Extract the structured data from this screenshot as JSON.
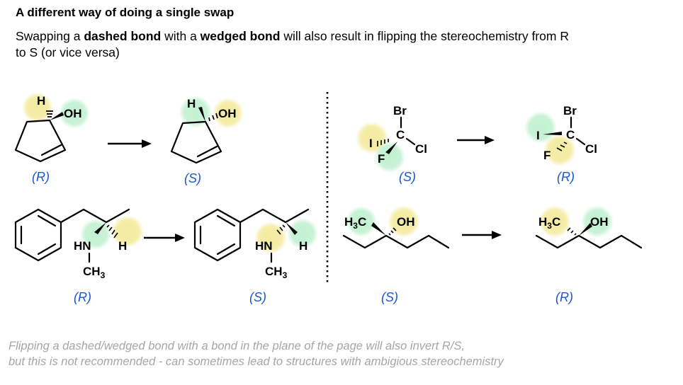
{
  "title": "A different way of doing a single swap",
  "subtitle": {
    "p1": "Swapping a ",
    "b1": "dashed bond",
    "p2": " with a ",
    "b2": "wedged bond",
    "p3": " will also result in flipping the stereochemistry from R to S (or vice versa)"
  },
  "footnote": {
    "line1": "Flipping a dashed/wedged bond with a bond in the plane of the page will also invert R/S,",
    "line2": "but this is not recommended - can sometimes lead to structures with ambigious stereochemistry"
  },
  "atoms": {
    "h": "H",
    "oh": "OH",
    "br": "Br",
    "i": "I",
    "c": "C",
    "cl": "Cl",
    "f": "F",
    "hn": "HN",
    "ch": "CH",
    "three": "3",
    "o": "OH"
  },
  "configs": {
    "a": "(R)",
    "b": "(S)",
    "c": "(S)",
    "d": "(R)",
    "e": "(R)",
    "f": "(S)",
    "g": "(S)",
    "h": "(R)"
  },
  "colors": {
    "yellow_highlight": "#f3ea9a",
    "green_highlight": "#bff0cf",
    "config_label": "#1a56d6",
    "footnote": "#a6a6a6"
  }
}
